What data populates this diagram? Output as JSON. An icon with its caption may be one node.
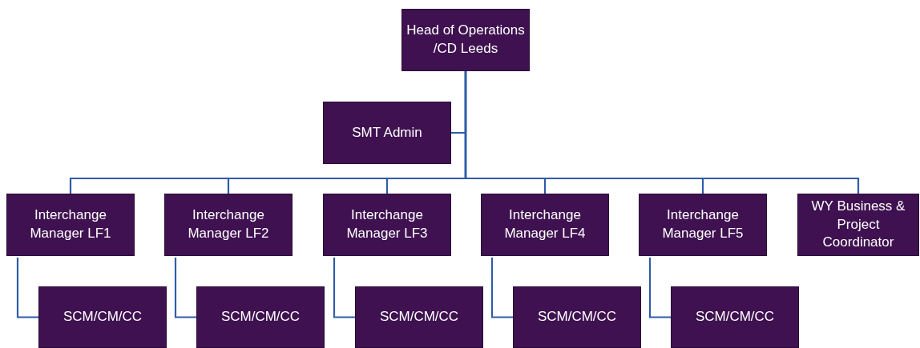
{
  "diagram": {
    "nodes": [
      {
        "text": [
          "Head of Operations /CD Leeds"
        ]
      },
      {
        "text": [
          "SMT Admin"
        ]
      },
      {
        "text": [
          "Interchange Manager LF1"
        ]
      },
      {
        "text": [
          "Interchange Manager LF2"
        ]
      },
      {
        "text": [
          "Interchange Manager LF3"
        ]
      },
      {
        "text": [
          "Interchange Manager LF4"
        ]
      },
      {
        "text": [
          "Interchange Manager LF5"
        ]
      },
      {
        "text": [
          "WY Business & Project Coordinator"
        ]
      },
      {
        "text": [
          "SCM/CM/CC"
        ]
      },
      {
        "text": [
          "SCM/CM/CC"
        ]
      },
      {
        "text": [
          "SCM/CM/CC"
        ]
      },
      {
        "text": [
          "SCM/CM/CC"
        ]
      },
      {
        "text": [
          "SCM/CM/CC"
        ]
      }
    ],
    "edges": [
      {
        "from": 0,
        "to": 1,
        "arrow": "none"
      },
      {
        "from": 0,
        "to": 2,
        "arrow": "none"
      },
      {
        "from": 0,
        "to": 3,
        "arrow": "none"
      },
      {
        "from": 0,
        "to": 4,
        "arrow": "none"
      },
      {
        "from": 0,
        "to": 5,
        "arrow": "none"
      },
      {
        "from": 0,
        "to": 6,
        "arrow": "none"
      },
      {
        "from": 0,
        "to": 7,
        "arrow": "none"
      },
      {
        "from": 2,
        "to": 8,
        "arrow": "none"
      },
      {
        "from": 3,
        "to": 9,
        "arrow": "none"
      },
      {
        "from": 4,
        "to": 10,
        "arrow": "none"
      },
      {
        "from": 5,
        "to": 11,
        "arrow": "none"
      },
      {
        "from": 6,
        "to": 12,
        "arrow": "none"
      }
    ]
  }
}
